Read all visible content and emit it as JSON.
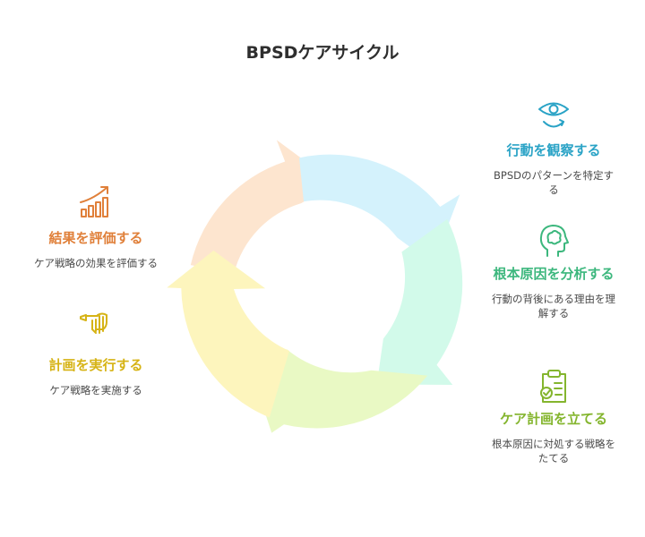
{
  "title": "BPSDケアサイクル",
  "steps": [
    {
      "heading": "行動を観察する",
      "description": "BPSDのパターンを特定する",
      "icon": "eye-icon",
      "color": "#2aa3c6"
    },
    {
      "heading": "根本原因を分析する",
      "description": "行動の背後にある理由を理解する",
      "icon": "brain-head-icon",
      "color": "#3cb77d"
    },
    {
      "heading": "ケア計画を立てる",
      "description": "根本原因に対処する戦略をたてる",
      "icon": "clipboard-check-icon",
      "color": "#84b52e"
    },
    {
      "heading": "計画を実行する",
      "description": "ケア戦略を実施する",
      "icon": "hand-pen-icon",
      "color": "#d6b315"
    },
    {
      "heading": "結果を評価する",
      "description": "ケア戦略の効果を評価する",
      "icon": "growth-chart-icon",
      "color": "#e0803a"
    }
  ],
  "arrow_colors": {
    "observe": "#d4f2fc",
    "analyze": "#d2faea",
    "plan": "#e9f9c4",
    "implement": "#fdf5bd",
    "evaluate": "#fde5cf"
  }
}
